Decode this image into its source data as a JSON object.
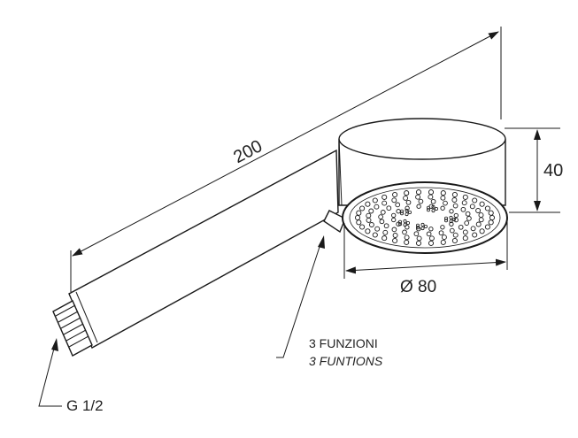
{
  "dimensions": {
    "length": "200",
    "height": "40",
    "diameter": "Ø 80"
  },
  "labels": {
    "functions_it": "3 FUNZIONI",
    "functions_en": "3 FUNTIONS",
    "thread": "G 1/2"
  }
}
